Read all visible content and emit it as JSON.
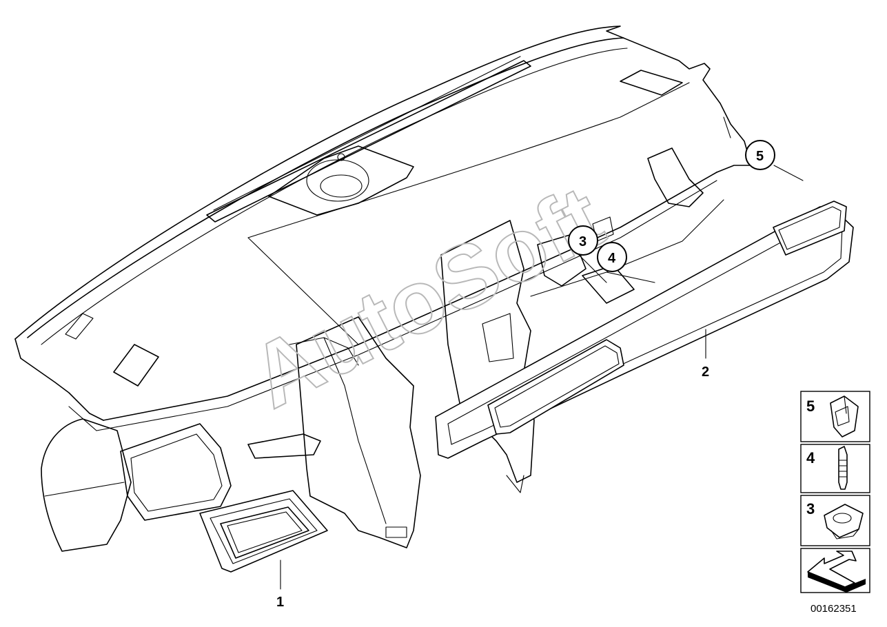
{
  "callouts": {
    "part_1": "1",
    "part_2": "2",
    "part_3": "3",
    "part_4": "4",
    "part_5": "5"
  },
  "legend": {
    "item_5": "5",
    "item_4": "4",
    "item_3": "3"
  },
  "watermark": "AutoSoft",
  "document_number": "00162351"
}
